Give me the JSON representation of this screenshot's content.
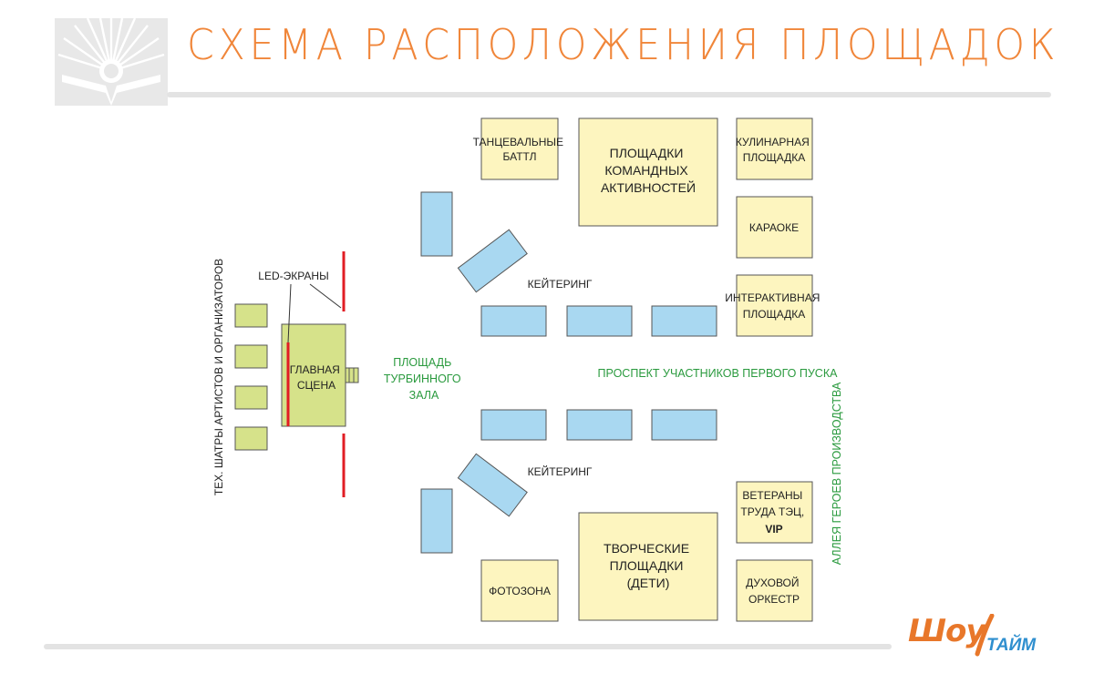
{
  "header": {
    "title": "СХЕМА РАСПОЛОЖЕНИЯ ПЛОЩАДОК"
  },
  "colors": {
    "title_orange": "#f0863a",
    "zone_fill": "#fdf5bf",
    "stage_fill": "#d6e28a",
    "tent_fill": "#d6e28a",
    "catering_fill": "#a9d8f1",
    "screen_red": "#e11d24",
    "label_green": "#2a9a3e",
    "logo_orange": "#e8772a",
    "logo_blue": "#2f8fcf"
  },
  "zones": {
    "dance_battle": [
      "ТАНЦЕВАЛЬНЫЕ",
      "БАТТЛ"
    ],
    "team_activities": [
      "ПЛОЩАДКИ",
      "КОМАНДНЫХ",
      "АКТИВНОСТЕЙ"
    ],
    "culinary": [
      "КУЛИНАРНАЯ",
      "ПЛОЩАДКА"
    ],
    "karaoke": [
      "КАРАОКЕ"
    ],
    "interactive": [
      "ИНТЕРАКТИВНАЯ",
      "ПЛОЩАДКА"
    ],
    "veterans": [
      "ВЕТЕРАНЫ",
      "ТРУДА ТЭЦ,",
      "VIP"
    ],
    "creative": [
      "ТВОРЧЕСКИЕ",
      "ПЛОЩАДКИ",
      "(ДЕТИ)"
    ],
    "photo_zone": [
      "ФОТОЗОНА"
    ],
    "brass_band": [
      "ДУХОВОЙ",
      "ОРКЕСТР"
    ],
    "main_stage": [
      "ГЛАВНАЯ",
      "СЦЕНА"
    ]
  },
  "labels": {
    "led_screens": "LED-ЭКРАНЫ",
    "catering_top": "КЕЙТЕРИНГ",
    "catering_bottom": "КЕЙТЕРИНГ",
    "tech_tents": "ТЕХ. ШАТРЫ АРТИСТОВ И ОРГАНИЗАТОРОВ",
    "turbine_square": [
      "ПЛОЩАДЬ",
      "ТУРБИННОГО",
      "ЗАЛА"
    ],
    "avenue": "ПРОСПЕКТ УЧАСТНИКОВ ПЕРВОГО ПУСКА",
    "alley": "АЛЛЕЯ ГЕРОЕВ ПРОИЗВОДСТВА"
  },
  "logo": {
    "main": "Шоу",
    "sub": "ТАЙМ"
  },
  "icons": {
    "header_logo": "book-sun-emblem-icon",
    "footer_logo": "showtime-logo-icon"
  }
}
